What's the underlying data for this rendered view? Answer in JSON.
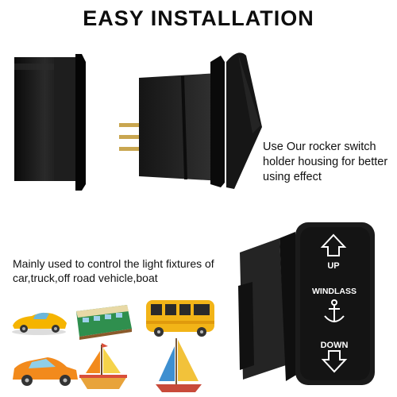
{
  "title": "EASY INSTALLATION",
  "housing_caption": "Use Our rocker switch holder housing for better using effect",
  "usage_caption": "Mainly used to control the light fixtures of car,truck,off road vehicle,boat",
  "switch_labels": {
    "up": "UP",
    "function": "WINDLASS",
    "down": "DOWN"
  },
  "colors": {
    "switch_body": "#1b1b1b",
    "icon_white": "#ffffff",
    "car_yellow": "#f5b400",
    "car_orange": "#f28a1c",
    "bus_yellow": "#f2b417",
    "train_green": "#2f8f4e"
  },
  "icons": [
    "sports-car-icon",
    "train-icon",
    "bus-icon",
    "sailboat-icon",
    "hatchback-car-icon",
    "ship-icon",
    "up-arrow-icon",
    "anchor-icon",
    "down-arrow-icon"
  ]
}
